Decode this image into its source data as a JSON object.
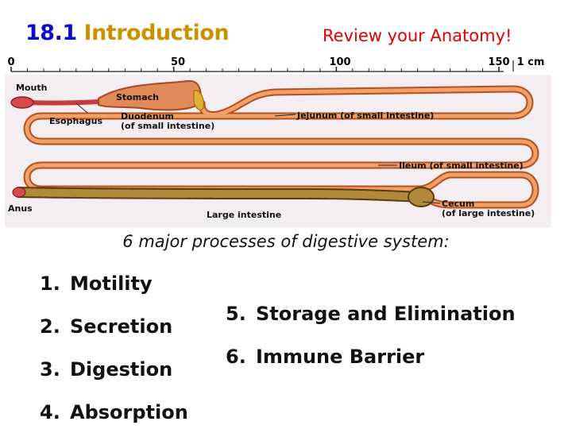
{
  "header": {
    "number": "18.1",
    "title": "Introduction",
    "subtitle": "Review your Anatomy!"
  },
  "ruler": {
    "labels": [
      "0",
      "50",
      "100",
      "150",
      "1 cm"
    ]
  },
  "diagram": {
    "labels": {
      "mouth": "Mouth",
      "esophagus": "Esophagus",
      "stomach": "Stomach",
      "duodenum_1": "Duodenum",
      "duodenum_2": "(of small intestine)",
      "jejunum": "Jejunum (of small intestine)",
      "ileum": "Ileum (of small intestine)",
      "anus": "Anus",
      "large_intestine": "Large intestine",
      "cecum_1": "Cecum",
      "cecum_2": "(of large intestine)"
    }
  },
  "content": {
    "subtitle": "6 major processes of digestive system:",
    "processes": [
      {
        "num": "1.",
        "label": "Motility"
      },
      {
        "num": "2.",
        "label": "Secretion"
      },
      {
        "num": "3.",
        "label": "Digestion"
      },
      {
        "num": "4.",
        "label": "Absorption"
      },
      {
        "num": "5.",
        "label": "Storage and Elimination"
      },
      {
        "num": "6.",
        "label": "Immune Barrier"
      }
    ]
  },
  "colors": {
    "title_number": "#0a0ac8",
    "title_word": "#c89200",
    "subtitle_red": "#e00000",
    "intestine": "#e07a3a",
    "intestine_dark": "#b4501e",
    "colon": "#8c6420"
  }
}
